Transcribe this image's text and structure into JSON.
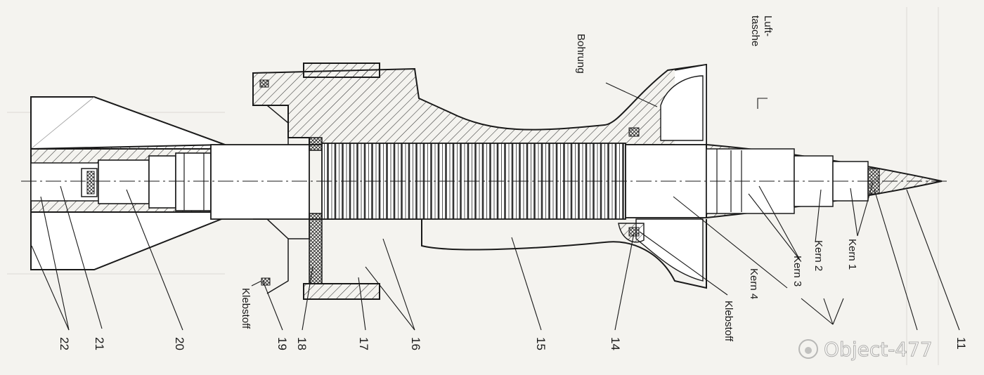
{
  "labels": {
    "bohrung": "Bohrung",
    "luft1": "Luft-",
    "luft2": "tasche",
    "klebstoff_left": "Klebstoff",
    "klebstoff_right": "Klebstoff",
    "kern1": "Kern 1",
    "kern2": "Kern 2",
    "kern3": "Kern 3",
    "kern4": "Kern 4"
  },
  "part_numbers": {
    "n22": "22",
    "n21": "21",
    "n20": "20",
    "n19": "19",
    "n18": "18",
    "n17": "17",
    "n16": "16",
    "n15": "15",
    "n14": "14",
    "n11": "11"
  },
  "watermark": "Object-477",
  "colors": {
    "ink": "#1a1a1a",
    "paper": "#f4f3ef",
    "hatch": "#333333"
  }
}
